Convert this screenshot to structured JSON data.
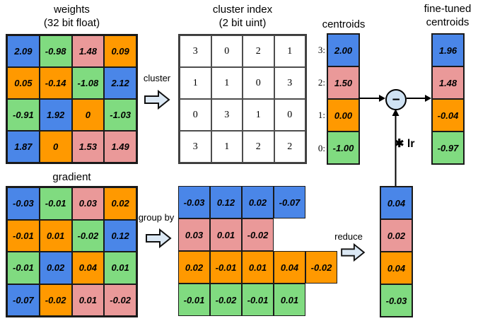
{
  "palette": {
    "blue": "#4a86e8",
    "green": "#80db80",
    "pink": "#ea9999",
    "orange": "#ff9900",
    "op_arrow_fill": "#dbe8f4",
    "circle_fill": "#cfe2f3"
  },
  "weights": {
    "title_line1": "weights",
    "title_line2": "(32 bit float)",
    "cells": [
      {
        "v": "2.09",
        "c": "blue"
      },
      {
        "v": "-0.98",
        "c": "green"
      },
      {
        "v": "1.48",
        "c": "pink"
      },
      {
        "v": "0.09",
        "c": "orange"
      },
      {
        "v": "0.05",
        "c": "orange"
      },
      {
        "v": "-0.14",
        "c": "orange"
      },
      {
        "v": "-1.08",
        "c": "green"
      },
      {
        "v": "2.12",
        "c": "blue"
      },
      {
        "v": "-0.91",
        "c": "green"
      },
      {
        "v": "1.92",
        "c": "blue"
      },
      {
        "v": "0",
        "c": "orange"
      },
      {
        "v": "-1.03",
        "c": "green"
      },
      {
        "v": "1.87",
        "c": "blue"
      },
      {
        "v": "0",
        "c": "orange"
      },
      {
        "v": "1.53",
        "c": "pink"
      },
      {
        "v": "1.49",
        "c": "pink"
      }
    ]
  },
  "cluster_index": {
    "title_line1": "cluster index",
    "title_line2": "(2 bit uint)",
    "cells": [
      "3",
      "0",
      "2",
      "1",
      "1",
      "1",
      "0",
      "3",
      "0",
      "3",
      "1",
      "0",
      "3",
      "1",
      "2",
      "2"
    ]
  },
  "centroids": {
    "title": "centroids",
    "rows": [
      {
        "label": "3:",
        "v": "2.00",
        "c": "blue"
      },
      {
        "label": "2:",
        "v": "1.50",
        "c": "pink"
      },
      {
        "label": "1:",
        "v": "0.00",
        "c": "orange"
      },
      {
        "label": "0:",
        "v": "-1.00",
        "c": "green"
      }
    ]
  },
  "fine_tuned": {
    "title_line1": "fine-tuned",
    "title_line2": "centroids",
    "rows": [
      {
        "v": "1.96",
        "c": "blue"
      },
      {
        "v": "1.48",
        "c": "pink"
      },
      {
        "v": "-0.04",
        "c": "orange"
      },
      {
        "v": "-0.97",
        "c": "green"
      }
    ]
  },
  "gradient": {
    "title": "gradient",
    "cells": [
      {
        "v": "-0.03",
        "c": "blue"
      },
      {
        "v": "-0.01",
        "c": "green"
      },
      {
        "v": "0.03",
        "c": "pink"
      },
      {
        "v": "0.02",
        "c": "orange"
      },
      {
        "v": "-0.01",
        "c": "orange"
      },
      {
        "v": "0.01",
        "c": "orange"
      },
      {
        "v": "-0.02",
        "c": "green"
      },
      {
        "v": "0.12",
        "c": "blue"
      },
      {
        "v": "-0.01",
        "c": "green"
      },
      {
        "v": "0.02",
        "c": "blue"
      },
      {
        "v": "0.04",
        "c": "orange"
      },
      {
        "v": "0.01",
        "c": "green"
      },
      {
        "v": "-0.07",
        "c": "blue"
      },
      {
        "v": "-0.02",
        "c": "orange"
      },
      {
        "v": "0.01",
        "c": "pink"
      },
      {
        "v": "-0.02",
        "c": "pink"
      }
    ]
  },
  "grouped_gradient": {
    "rows": [
      {
        "c": "blue",
        "values": [
          "-0.03",
          "0.12",
          "0.02",
          "-0.07"
        ]
      },
      {
        "c": "pink",
        "values": [
          "0.03",
          "0.01",
          "-0.02"
        ]
      },
      {
        "c": "orange",
        "values": [
          "0.02",
          "-0.01",
          "0.01",
          "0.04",
          "-0.02"
        ]
      },
      {
        "c": "green",
        "values": [
          "-0.01",
          "-0.02",
          "-0.01",
          "0.01"
        ]
      }
    ]
  },
  "reduced_gradient": {
    "rows": [
      {
        "v": "0.04",
        "c": "blue"
      },
      {
        "v": "0.02",
        "c": "pink"
      },
      {
        "v": "0.04",
        "c": "orange"
      },
      {
        "v": "-0.03",
        "c": "green"
      }
    ]
  },
  "ops": {
    "cluster": "cluster",
    "group_by": "group by",
    "reduce": "reduce",
    "times_lr": "✱ lr",
    "minus": "−"
  }
}
